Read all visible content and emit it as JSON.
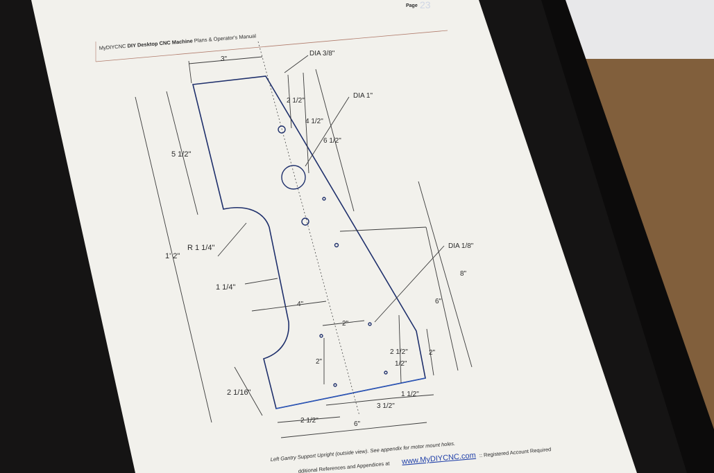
{
  "colors": {
    "table_wood": "#7a5a3a",
    "tablet_frame": "#141313",
    "screen": "#f2f1ed",
    "drawing_line": "#1e2f6b",
    "dimension_line": "#3a3a3a",
    "link_blue": "#1f3fa8"
  },
  "page": {
    "page_label": "Page",
    "page_number": "23",
    "header_brand": "MyDIYCNC",
    "header_title_bold": "DIY Desktop CNC Machine",
    "header_title_rest": "Plans & Operator's Manual"
  },
  "drawing": {
    "dims": {
      "top_width": "3\"",
      "dia_small": "DIA 3/8\"",
      "dim_2_1_2_top": "2 1/2\"",
      "dim_4_1_2": "4 1/2\"",
      "dia_large": "DIA 1\"",
      "dim_6_1_2": "6 1/2\"",
      "dim_5_1_2": "5 1/2\"",
      "dim_1_2_total": "1' 2\"",
      "radius": "R 1 1/4\"",
      "dim_1_1_4": "1 1/4\"",
      "dim_4": "4\"",
      "dia_tiny": "DIA 1/8\"",
      "dim_8": "8\"",
      "dim_6_right": "6\"",
      "dim_2_top": "2\"",
      "dim_2_left": "2\"",
      "dim_2_1_2_right": "2 1/2\"",
      "dim_1_2": "1/2\"",
      "dim_2_right": "2\"",
      "dim_2_1_16": "2 1/16\"",
      "dim_1_1_2": "1 1/2\"",
      "dim_3_1_2": "3 1/2\"",
      "dim_2_1_2_bottom": "2 1/2\"",
      "dim_6_bottom": "6\""
    },
    "caption": "Left Gantry Support Upright (outside view). See appendix for motor mount holes.",
    "footer_prefix": "dditional References and Appendices at",
    "footer_link": "www.MyDIYCNC.com",
    "footer_suffix": ":: Registered Account  Required"
  }
}
